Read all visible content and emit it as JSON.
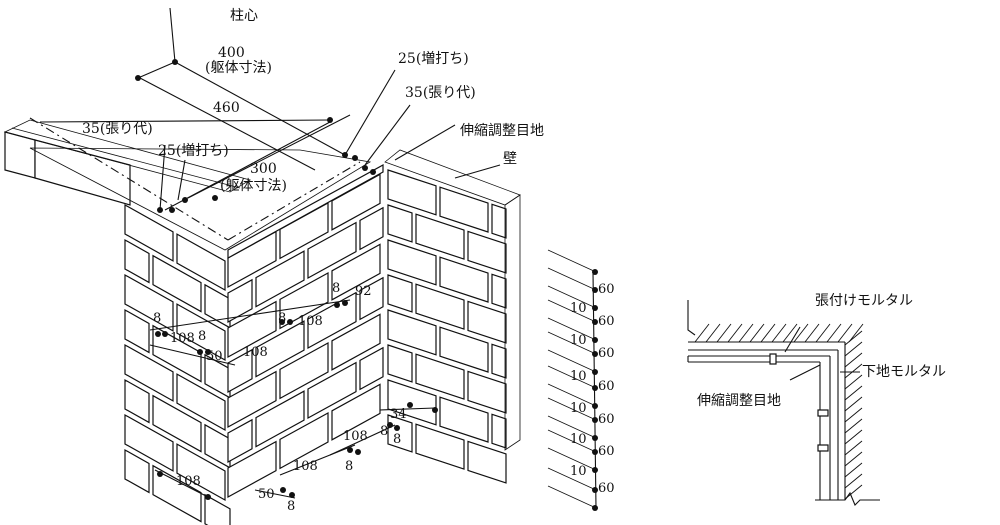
{
  "labels": {
    "column_center": "柱心",
    "dim_400": "400",
    "frame_dim_1": "(躯体寸法)",
    "dim_460": "460",
    "dim_300": "300",
    "frame_dim_2": "(躯体寸法)",
    "additional_25_top": "25(増打ち)",
    "allowance_35_top": "35(張り代)",
    "allowance_35_left": "35(張り代)",
    "additional_25_left": "25(増打ち)",
    "expansion_joint_top": "伸縮調整目地",
    "wall": "壁",
    "tile_mortar": "張付けモルタル",
    "base_mortar": "下地モルタル",
    "expansion_joint_detail": "伸縮調整目地"
  },
  "brick_dims": {
    "row_left": [
      "8",
      "108",
      "8",
      "50",
      "108",
      "8",
      "108",
      "8",
      "92"
    ],
    "bottom": [
      "108",
      "50",
      "8",
      "108",
      "8",
      "108",
      "8",
      "34",
      "8"
    ]
  },
  "course_dims": [
    "60",
    "10",
    "60",
    "10",
    "60",
    "10",
    "60",
    "10",
    "60",
    "10",
    "60",
    "10",
    "60"
  ]
}
